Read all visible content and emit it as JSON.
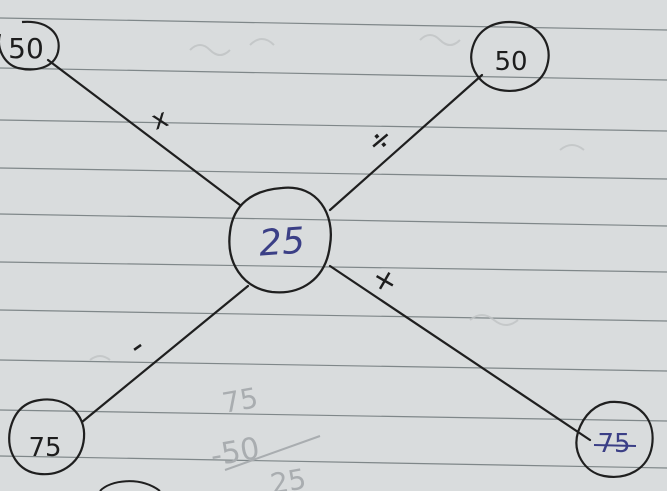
{
  "diagram": {
    "center": {
      "label": "25",
      "color": "#3b3f86"
    },
    "nodes": {
      "top_left": {
        "label": "50"
      },
      "top_right": {
        "label": "50"
      },
      "bottom_left": {
        "label": "75"
      },
      "bottom_right": {
        "label": "75"
      }
    },
    "edge_marks": {
      "top_left": "x",
      "top_right": "÷",
      "bottom_left": "-",
      "bottom_right": "+"
    },
    "working": {
      "line1": "75",
      "line2": "-50",
      "line3": "25"
    }
  },
  "colors": {
    "paper": "#d9dcdd",
    "rule_line": "#7d8688",
    "ink": "#1d1d1d",
    "blue_ink": "#3b3f86",
    "faint": "#b7bbbd"
  }
}
